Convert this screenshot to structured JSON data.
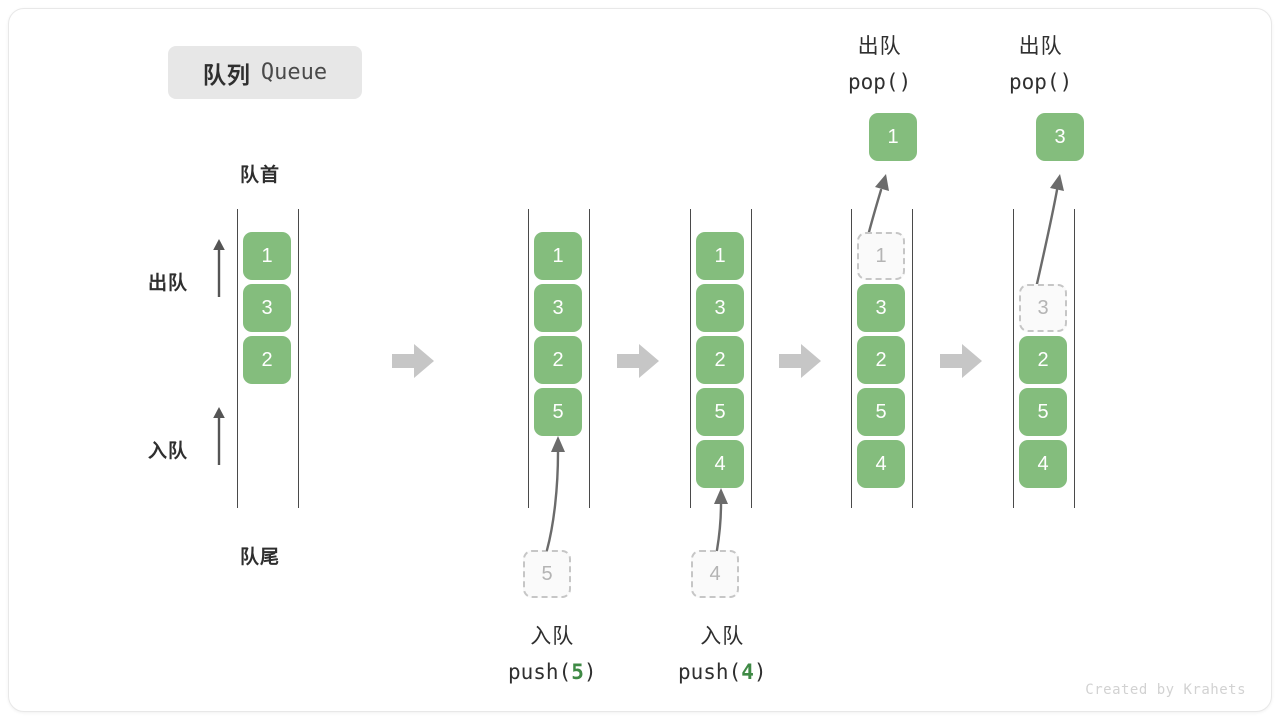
{
  "title": {
    "cn": "队列",
    "en": "Queue"
  },
  "labels": {
    "front": "队首",
    "rear": "队尾",
    "dequeue": "出队",
    "enqueue": "入队"
  },
  "watermark": "Created by Krahets",
  "colors": {
    "box_green": "#84bd7d",
    "ghost_fill": "#fafafa",
    "ghost_border": "#c6c6c6",
    "ghost_text": "#b4b4b4",
    "rail": "#4a4a4a",
    "step_arrow": "#c6c6c6",
    "motion_arrow": "#6b6b6b",
    "text_dark": "#2f2f2f",
    "chip_bg": "#e7e7e7",
    "accent_green_text": "#3f8a45"
  },
  "columns": [
    {
      "id": "state-initial",
      "slots": [
        "1",
        "3",
        "2",
        "",
        "",
        ""
      ],
      "ghost_index": -1,
      "caption_cn": "",
      "caption_code": "",
      "caption_num": ""
    },
    {
      "id": "state-after-push-5",
      "slots": [
        "1",
        "3",
        "2",
        "5",
        "",
        ""
      ],
      "ghost_index": -1,
      "caption_cn": "入队",
      "caption_code_prefix": "push(",
      "caption_num": "5",
      "caption_code_suffix": ")",
      "incoming": "5"
    },
    {
      "id": "state-after-push-4",
      "slots": [
        "1",
        "3",
        "2",
        "5",
        "4",
        ""
      ],
      "ghost_index": -1,
      "caption_cn": "入队",
      "caption_code_prefix": "push(",
      "caption_num": "4",
      "caption_code_suffix": ")",
      "incoming": "4"
    },
    {
      "id": "state-after-pop-1",
      "slots": [
        "1",
        "3",
        "2",
        "5",
        "4",
        ""
      ],
      "ghost_index": 0,
      "caption_cn": "出队",
      "caption_code_prefix": "pop(",
      "caption_num": "",
      "caption_code_suffix": ")",
      "popped": "1"
    },
    {
      "id": "state-after-pop-3",
      "slots": [
        "",
        "3",
        "2",
        "5",
        "4",
        ""
      ],
      "ghost_index": 1,
      "caption_cn": "出队",
      "caption_code_prefix": "pop(",
      "caption_num": "",
      "caption_code_suffix": ")",
      "popped": "3"
    }
  ],
  "boxes": {
    "col1": {
      "b0": "1",
      "b1": "3",
      "b2": "2"
    },
    "col2": {
      "b0": "1",
      "b1": "3",
      "b2": "2",
      "b3": "5",
      "incoming": "5"
    },
    "col3": {
      "b0": "1",
      "b1": "3",
      "b2": "2",
      "b3": "5",
      "b4": "4",
      "incoming": "4"
    },
    "col4": {
      "ghost": "1",
      "b1": "3",
      "b2": "2",
      "b3": "5",
      "b4": "4",
      "popped": "1"
    },
    "col5": {
      "ghost": "3",
      "b2": "2",
      "b3": "5",
      "b4": "4",
      "popped": "3"
    }
  },
  "captions": {
    "push5": {
      "cn": "入队",
      "prefix": "push(",
      "num": "5",
      "suffix": ")"
    },
    "push4": {
      "cn": "入队",
      "prefix": "push(",
      "num": "4",
      "suffix": ")"
    },
    "pop1": {
      "cn": "出队",
      "code": "pop()"
    },
    "pop3": {
      "cn": "出队",
      "code": "pop()"
    }
  }
}
